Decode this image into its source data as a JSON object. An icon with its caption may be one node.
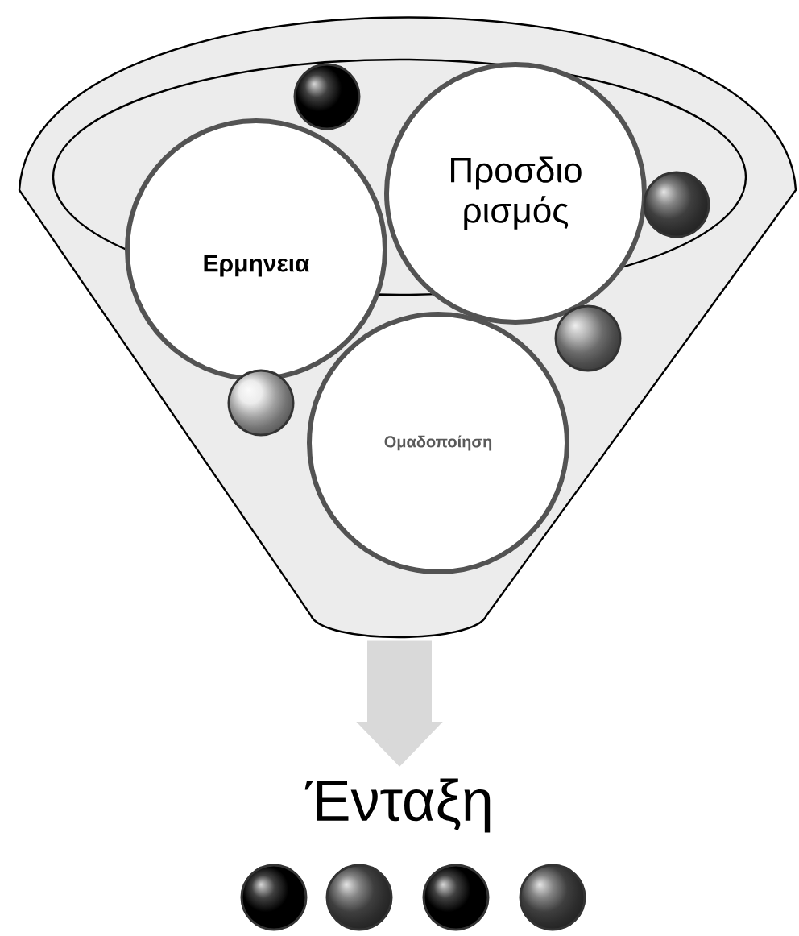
{
  "diagram": {
    "nodes": [
      {
        "text": [],
        "shape": "funnel"
      },
      {
        "text": [
          "Ερμηνεια"
        ],
        "in": 0
      },
      {
        "text": [
          "Προσδιο ρισμός"
        ],
        "in": 0
      },
      {
        "text": [
          "Ομαδοποίηση"
        ],
        "in": 0
      },
      {
        "text": [
          "Ένταξη"
        ]
      }
    ],
    "edges": [
      {
        "from": 0,
        "to": 4,
        "arrow": "to"
      }
    ]
  }
}
